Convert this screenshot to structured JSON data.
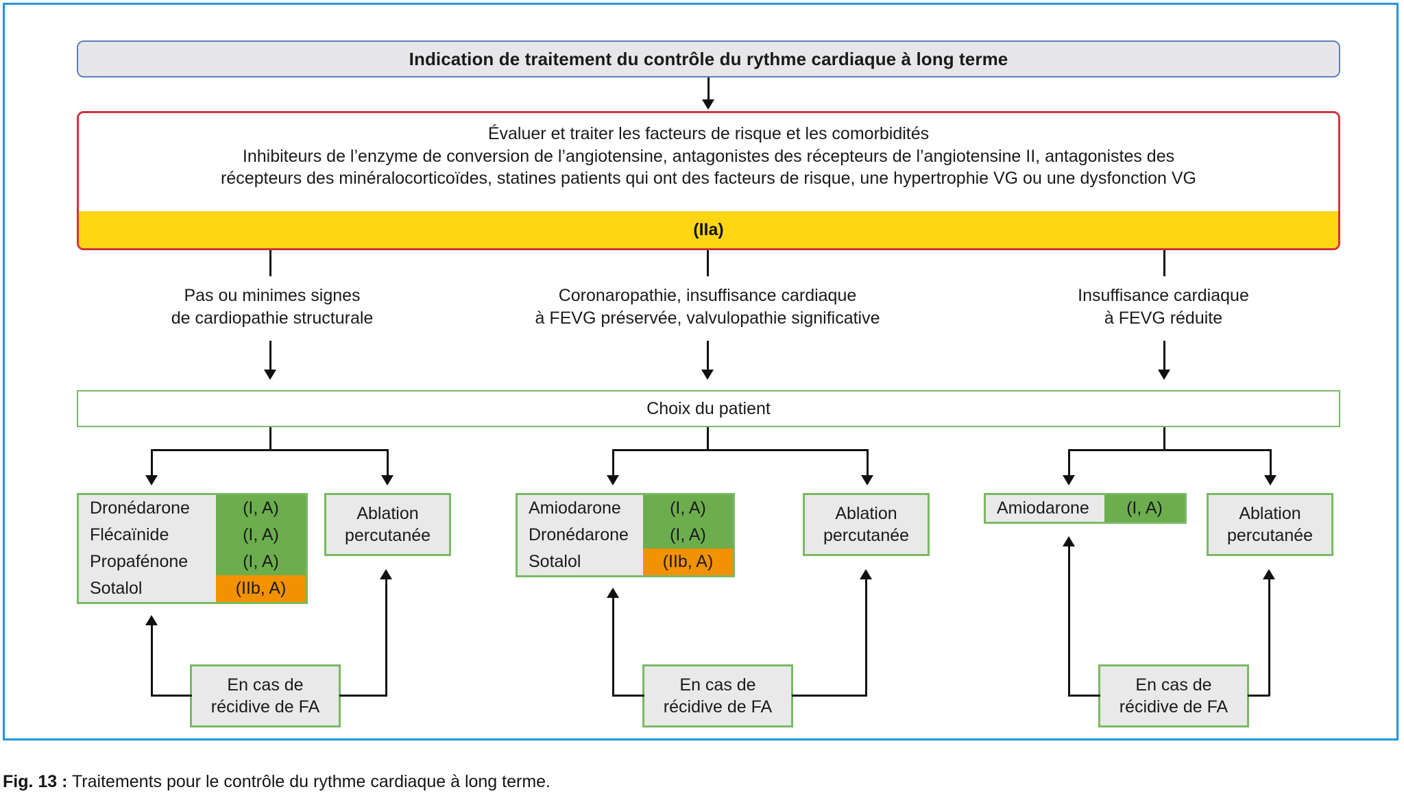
{
  "figure": {
    "caption_prefix": "Fig. 13 :",
    "caption_text": "Traitements pour le contrôle du rythme cardiaque à long terme.",
    "frame_color": "#2196d8"
  },
  "title_box": {
    "text": "Indication de traitement du contrôle du rythme cardiaque à long terme",
    "background": "#e7e7e9",
    "border": "#5b7fbd"
  },
  "risk_box": {
    "line1": "Évaluer et traiter les facteurs de risque et les comorbidités",
    "line2": "Inhibiteurs de l’enzyme de conversion de l’angiotensine, antagonistes des récepteurs de l’angiotensine II, antagonistes des",
    "line3": "récepteurs des minéralocorticoïdes, statines patients qui ont des facteurs de risque, une hypertrophie VG ou une dysfonction VG",
    "class_label": "(IIa)",
    "border": "#d0313f",
    "class_background": "#ffd613"
  },
  "branches": [
    {
      "label_line1": "Pas ou minimes signes",
      "label_line2": "de cardiopathie structurale",
      "drugs": [
        {
          "name": "Dronédarone",
          "class": "(I, A)",
          "color": "#6cae4e"
        },
        {
          "name": "Flécaïnide",
          "class": "(I, A)",
          "color": "#6cae4e"
        },
        {
          "name": "Propafénone",
          "class": "(I, A)",
          "color": "#6cae4e"
        },
        {
          "name": "Sotalol",
          "class": "(IIb, A)",
          "color": "#f39200"
        }
      ],
      "ablation_line1": "Ablation",
      "ablation_line2": "percutanée",
      "recurrence_line1": "En cas de",
      "recurrence_line2": "récidive de FA"
    },
    {
      "label_line1": "Coronaropathie, insuffisance cardiaque",
      "label_line2": "à FEVG préservée, valvulopathie significative",
      "drugs": [
        {
          "name": "Amiodarone",
          "class": "(I, A)",
          "color": "#6cae4e"
        },
        {
          "name": "Dronédarone",
          "class": "(I, A)",
          "color": "#6cae4e"
        },
        {
          "name": "Sotalol",
          "class": "(IIb, A)",
          "color": "#f39200"
        }
      ],
      "ablation_line1": "Ablation",
      "ablation_line2": "percutanée",
      "recurrence_line1": "En cas de",
      "recurrence_line2": "récidive de FA"
    },
    {
      "label_line1": "Insuffisance cardiaque",
      "label_line2": "à FEVG réduite",
      "drugs": [
        {
          "name": "Amiodarone",
          "class": "(I, A)",
          "color": "#6cae4e"
        }
      ],
      "ablation_line1": "Ablation",
      "ablation_line2": "percutanée",
      "recurrence_line1": "En cas de",
      "recurrence_line2": "récidive de FA"
    }
  ],
  "choice_box": {
    "text": "Choix du patient",
    "border": "#7ab964"
  }
}
